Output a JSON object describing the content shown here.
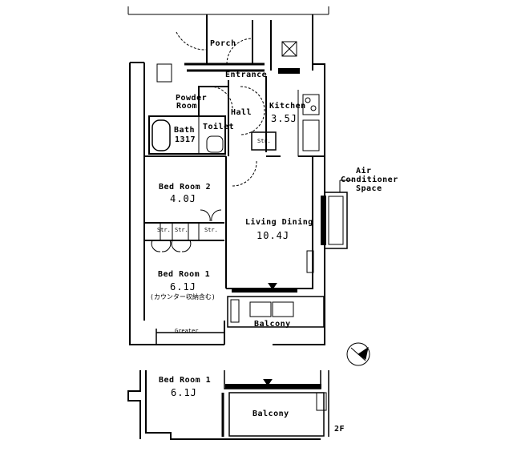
{
  "rooms": {
    "porch": {
      "label": "Porch"
    },
    "entrance": {
      "label": "Entrance"
    },
    "powder_room": {
      "label_line1": "Powder",
      "label_line2": "Room"
    },
    "hall": {
      "label": "Hall"
    },
    "kitchen": {
      "label": "Kitchen",
      "size": "3.5J"
    },
    "bath": {
      "label": "Bath",
      "size": "1317"
    },
    "toilet": {
      "label": "Toilet"
    },
    "storage": {
      "label": "Str."
    },
    "bedroom2": {
      "label": "Bed Room 2",
      "size": "4.0J"
    },
    "living_dining": {
      "label": "Living Dining",
      "size": "10.4J"
    },
    "bedroom1": {
      "label": "Bed Room 1",
      "size": "6.1J",
      "note": "(カウンター収納含む)"
    },
    "balcony": {
      "label": "Balcony"
    },
    "greater": {
      "label": "Greater"
    },
    "bedroom1_2f": {
      "label": "Bed Room 1",
      "size": "6.1J"
    },
    "balcony_2f": {
      "label": "Balcony"
    }
  },
  "air_conditioner": {
    "line1": "Air",
    "line2": "Conditioner",
    "line3": "Space"
  },
  "closets": [
    "Str.",
    "Str.",
    "Str."
  ],
  "floor_label": "2F"
}
